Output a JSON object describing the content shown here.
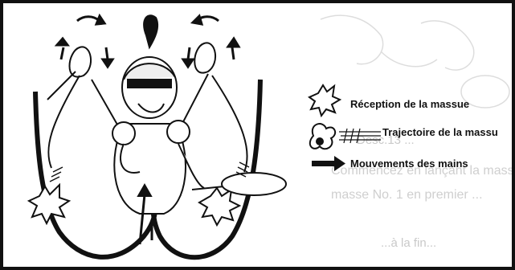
{
  "legend": {
    "items": [
      {
        "icon": "starburst-icon",
        "label": "Réception de la massue"
      },
      {
        "icon": "club-trajectory-icon",
        "label": "Trajectoire de la massu"
      },
      {
        "icon": "arrow-right-icon",
        "label": "Mouvements des mains"
      }
    ]
  },
  "background_text": {
    "line1": "Desc.13 ...",
    "line2": "Commencez en lançant la massue ...",
    "line3": "masse No. 1 en premier ...",
    "line4": "...à la fin..."
  },
  "colors": {
    "ink": "#111111",
    "faded_bleed": "#cccccc",
    "background": "#ffffff"
  }
}
